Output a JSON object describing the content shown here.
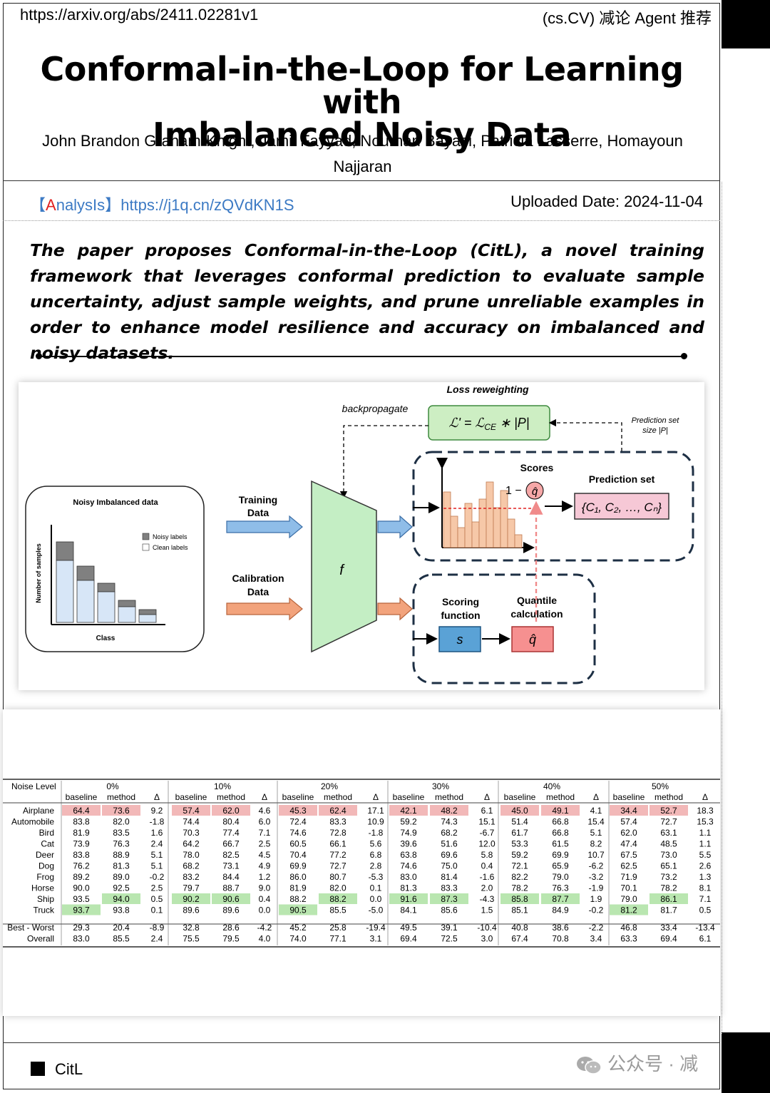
{
  "header": {
    "url": "https://arxiv.org/abs/2411.02281v1",
    "tag": "(cs.CV) 减论 Agent 推荐"
  },
  "title_line1": "Conformal-in-the-Loop for Learning with",
  "title_line2": "Imbalanced Noisy Data",
  "authors": "John Brandon Graham-Knight, Jamil Fayyad, Nourhan Bayasi, Patricia Lasserre, Homayoun Najjaran",
  "analysis": {
    "bracket_open": "【",
    "letter_a": "A",
    "word": "nalysIs",
    "bracket_close": "】",
    "link": "https://j1q.cn/zQVdKN1S"
  },
  "upload": "Uploaded Date: 2024-11-04",
  "summary": "The paper proposes Conformal-in-the-Loop (CitL), a novel training framework that leverages conformal prediction to evaluate sample uncertainty, adjust sample weights, and prune unreliable examples in order to enhance model resilience and accuracy on imbalanced and noisy datasets.",
  "figure": {
    "loss_title": "Loss reweighting",
    "backprop": "backpropagate",
    "loss_formula_lhs": "ℒ' = ℒ",
    "loss_formula_sub": "CE",
    "loss_formula_rhs": " ∗ |P|",
    "pred_size_1": "Prediction set",
    "pred_size_2": "size |P|",
    "scores": "Scores",
    "one": "1 −",
    "qhat": "q̂",
    "pred_set_label": "Prediction set",
    "pred_set_value": "{C₁, C₂, …, Cₙ}",
    "noisy_title": "Noisy Imbalanced data",
    "legend_noisy": "Noisy labels",
    "legend_clean": "Clean labels",
    "y_axis": "Number of samples",
    "x_axis": "Class",
    "training_1": "Training",
    "training_2": "Data",
    "calib_1": "Calibration",
    "calib_2": "Data",
    "f": "f",
    "scoring_1": "Scoring",
    "scoring_2": "function",
    "quantile_1": "Quantile",
    "quantile_2": "calculation",
    "s": "s"
  },
  "table": {
    "noise_label": "Noise Level",
    "levels": [
      "0%",
      "10%",
      "20%",
      "30%",
      "40%",
      "50%"
    ],
    "subheads": [
      "baseline",
      "method",
      "Δ"
    ],
    "rows": [
      [
        "Airplane",
        "64.4",
        "73.6",
        "9.2",
        "57.4",
        "62.0",
        "4.6",
        "45.3",
        "62.4",
        "17.1",
        "42.1",
        "48.2",
        "6.1",
        "45.0",
        "49.1",
        "4.1",
        "34.4",
        "52.7",
        "18.3"
      ],
      [
        "Automobile",
        "83.8",
        "82.0",
        "-1.8",
        "74.4",
        "80.4",
        "6.0",
        "72.4",
        "83.3",
        "10.9",
        "59.2",
        "74.3",
        "15.1",
        "51.4",
        "66.8",
        "15.4",
        "57.4",
        "72.7",
        "15.3"
      ],
      [
        "Bird",
        "81.9",
        "83.5",
        "1.6",
        "70.3",
        "77.4",
        "7.1",
        "74.6",
        "72.8",
        "-1.8",
        "74.9",
        "68.2",
        "-6.7",
        "61.7",
        "66.8",
        "5.1",
        "62.0",
        "63.1",
        "1.1"
      ],
      [
        "Cat",
        "73.9",
        "76.3",
        "2.4",
        "64.2",
        "66.7",
        "2.5",
        "60.5",
        "66.1",
        "5.6",
        "39.6",
        "51.6",
        "12.0",
        "53.3",
        "61.5",
        "8.2",
        "47.4",
        "48.5",
        "1.1"
      ],
      [
        "Deer",
        "83.8",
        "88.9",
        "5.1",
        "78.0",
        "82.5",
        "4.5",
        "70.4",
        "77.2",
        "6.8",
        "63.8",
        "69.6",
        "5.8",
        "59.2",
        "69.9",
        "10.7",
        "67.5",
        "73.0",
        "5.5"
      ],
      [
        "Dog",
        "76.2",
        "81.3",
        "5.1",
        "68.2",
        "73.1",
        "4.9",
        "69.9",
        "72.7",
        "2.8",
        "74.6",
        "75.0",
        "0.4",
        "72.1",
        "65.9",
        "-6.2",
        "62.5",
        "65.1",
        "2.6"
      ],
      [
        "Frog",
        "89.2",
        "89.0",
        "-0.2",
        "83.2",
        "84.4",
        "1.2",
        "86.0",
        "80.7",
        "-5.3",
        "83.0",
        "81.4",
        "-1.6",
        "82.2",
        "79.0",
        "-3.2",
        "71.9",
        "73.2",
        "1.3"
      ],
      [
        "Horse",
        "90.0",
        "92.5",
        "2.5",
        "79.7",
        "88.7",
        "9.0",
        "81.9",
        "82.0",
        "0.1",
        "81.3",
        "83.3",
        "2.0",
        "78.2",
        "76.3",
        "-1.9",
        "70.1",
        "78.2",
        "8.1"
      ],
      [
        "Ship",
        "93.5",
        "94.0",
        "0.5",
        "90.2",
        "90.6",
        "0.4",
        "88.2",
        "88.2",
        "0.0",
        "91.6",
        "87.3",
        "-4.3",
        "85.8",
        "87.7",
        "1.9",
        "79.0",
        "86.1",
        "7.1"
      ],
      [
        "Truck",
        "93.7",
        "93.8",
        "0.1",
        "89.6",
        "89.6",
        "0.0",
        "90.5",
        "85.5",
        "-5.0",
        "84.1",
        "85.6",
        "1.5",
        "85.1",
        "84.9",
        "-0.2",
        "81.2",
        "81.7",
        "0.5"
      ]
    ],
    "summary_rows": [
      [
        "Best - Worst",
        "29.3",
        "20.4",
        "-8.9",
        "32.8",
        "28.6",
        "-4.2",
        "45.2",
        "25.8",
        "-19.4",
        "49.5",
        "39.1",
        "-10.4",
        "40.8",
        "38.6",
        "-2.2",
        "46.8",
        "33.4",
        "-13.4"
      ],
      [
        "Overall",
        "83.0",
        "85.5",
        "2.4",
        "75.5",
        "79.5",
        "4.0",
        "74.0",
        "77.1",
        "3.1",
        "69.4",
        "72.5",
        "3.0",
        "67.4",
        "70.8",
        "3.4",
        "63.3",
        "69.4",
        "6.1"
      ]
    ],
    "red_cells": [
      [
        0,
        1
      ],
      [
        0,
        2
      ],
      [
        0,
        4
      ],
      [
        0,
        5
      ],
      [
        0,
        7
      ],
      [
        0,
        8
      ],
      [
        0,
        10
      ],
      [
        0,
        11
      ],
      [
        0,
        13
      ],
      [
        0,
        14
      ],
      [
        0,
        16
      ],
      [
        0,
        17
      ]
    ],
    "green_cells": [
      [
        9,
        1
      ],
      [
        8,
        2
      ],
      [
        8,
        4
      ],
      [
        8,
        5
      ],
      [
        9,
        7
      ],
      [
        8,
        8
      ],
      [
        8,
        10
      ],
      [
        8,
        11
      ],
      [
        8,
        13
      ],
      [
        8,
        14
      ],
      [
        9,
        16
      ],
      [
        8,
        17
      ]
    ],
    "colors": {
      "red": "#f2b8b8",
      "green": "#b9e6b0"
    }
  },
  "footer": {
    "label": "CitL",
    "watermark": "公众号 · 减"
  }
}
